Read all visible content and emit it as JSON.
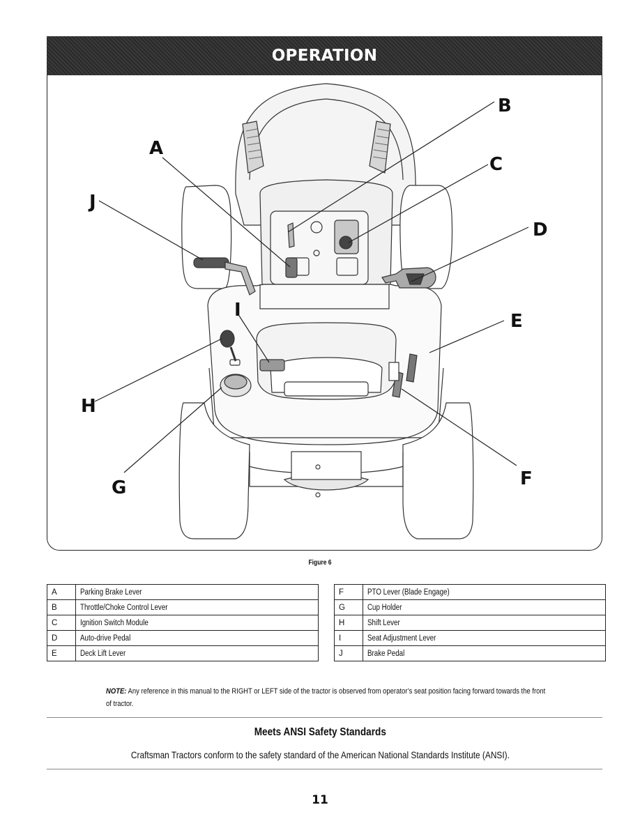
{
  "header": {
    "title": "OPERATION"
  },
  "figure": {
    "caption": "Figure 6",
    "callouts": [
      "A",
      "B",
      "C",
      "D",
      "E",
      "F",
      "G",
      "H",
      "I",
      "J"
    ]
  },
  "legend_left": [
    {
      "key": "A",
      "label": "Parking Brake Lever"
    },
    {
      "key": "B",
      "label": "Throttle/Choke Control Lever"
    },
    {
      "key": "C",
      "label": "Ignition Switch Module"
    },
    {
      "key": "D",
      "label": "Auto-drive Pedal"
    },
    {
      "key": "E",
      "label": "Deck Lift Lever"
    }
  ],
  "legend_right": [
    {
      "key": "F",
      "label": "PTO Lever (Blade Engage)"
    },
    {
      "key": "G",
      "label": "Cup Holder"
    },
    {
      "key": "H",
      "label": "Shift Lever"
    },
    {
      "key": "I",
      "label": "Seat Adjustment Lever"
    },
    {
      "key": "J",
      "label": "Brake Pedal"
    }
  ],
  "note": {
    "label": "NOTE:",
    "text": "Any reference in this manual to the RIGHT or LEFT side of the tractor is observed from operator’s seat position facing forward towards the front of tractor."
  },
  "ansi": {
    "title": "Meets ANSI Safety Standards",
    "text": "Craftsman Tractors conform to the safety standard of the American National Standards Institute (ANSI)."
  },
  "page_number": "11"
}
